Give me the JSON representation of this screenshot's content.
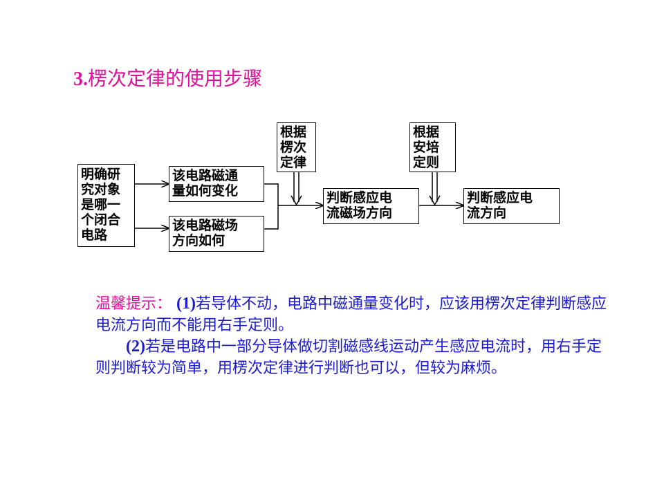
{
  "title": {
    "number": "3.",
    "text": "楞次定律的使用步骤"
  },
  "diagram": {
    "box_object": [
      "明确研",
      "究对象",
      "是哪一",
      "个闭合",
      "电路"
    ],
    "box_flux": [
      "该电路磁通",
      "量如何变化"
    ],
    "box_field": [
      "该电路磁场",
      "方向如何"
    ],
    "box_lenz": [
      "根据",
      "楞次",
      "定律"
    ],
    "box_judge_field": [
      "判断感应电",
      "流磁场方向"
    ],
    "box_ampere": [
      "根据",
      "安培",
      "定则"
    ],
    "box_judge_current": [
      "判断感应电",
      "流方向"
    ]
  },
  "tip": {
    "label": "温馨提示：",
    "p1_num": "(1)",
    "p1_text": "若导体不动，电路中磁通量变化时，应该用楞次定律判断感应电流方向而不能用右手定则。",
    "p2_num": "(2)",
    "p2_text": "若是电路中一部分导体做切割磁感线运动产生感应电流时，用右手定则判断较为简单，用楞次定律进行判断也可以，但较为麻烦。"
  }
}
